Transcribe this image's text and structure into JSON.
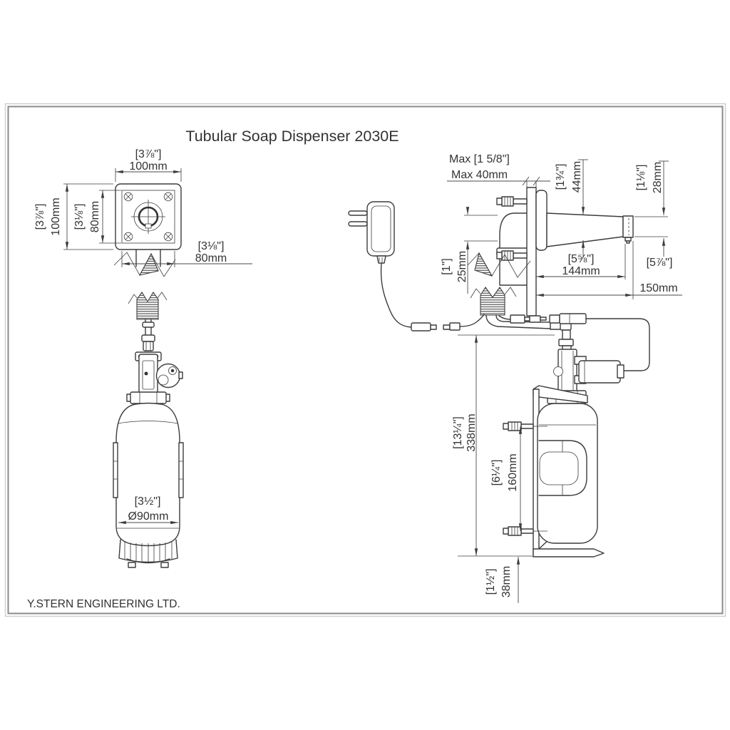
{
  "title": "Tubular Soap Dispenser 2030E",
  "company": "Y.STERN ENGINEERING LTD.",
  "front_view": {
    "plate_width_in": "[3⅞\"]",
    "plate_width_mm": "100mm",
    "plate_height_in": "[3⅞\"]",
    "plate_height_mm": "100mm",
    "screw_spacing_v_in": "[3⅛\"]",
    "screw_spacing_v_mm": "80mm",
    "screw_spacing_h_in": "[3⅛\"]",
    "screw_spacing_h_mm": "80mm",
    "bottle_diameter_in": "[3½\"]",
    "bottle_diameter_mm": "Ø90mm"
  },
  "side_view": {
    "wall_thickness_max_in": "Max [1 5/8\"]",
    "wall_thickness_max_mm": "Max 40mm",
    "spout_base_height_in": "[1¾\"]",
    "spout_base_height_mm": "44mm",
    "spout_tip_height_in": "[1⅛\"]",
    "spout_tip_height_mm": "28mm",
    "pipe_diameter_in": "[1\"]",
    "pipe_diameter_mm": "25mm",
    "spout_length_in": "[5⅝\"]",
    "spout_length_mm": "144mm",
    "spout_total_length_in": "[5⅞\"]",
    "spout_total_length_mm": "150mm",
    "total_height_in": "[13¼\"]",
    "total_height_mm": "338mm",
    "bracket_screw_spacing_in": "[6¼\"]",
    "bracket_screw_spacing_mm": "160mm",
    "bottom_clearance_in": "[1½\"]",
    "bottom_clearance_mm": "38mm"
  }
}
